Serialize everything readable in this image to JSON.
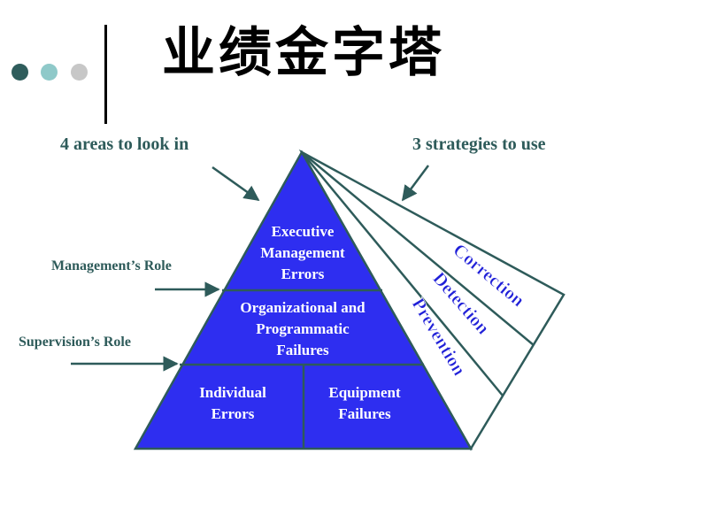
{
  "header": {
    "title": "业绩金字塔",
    "dot_colors": [
      "#2f5d5c",
      "#8fc9c9",
      "#c7c7c7"
    ]
  },
  "labels": {
    "areas": "4 areas to look in",
    "strategies": "3 strategies to use",
    "management_role": "Management’s Role",
    "supervision_role": "Supervision’s Role"
  },
  "pyramid": {
    "top": [
      "Executive",
      "Management",
      "Errors"
    ],
    "middle": [
      "Organizational  and",
      "Programmatic",
      "Failures"
    ],
    "bottom_left": [
      "Individual",
      "Errors"
    ],
    "bottom_right": [
      "Equipment",
      "Failures"
    ]
  },
  "strategies": {
    "outer": "Correction",
    "middle": "Detection",
    "inner": "Prevention"
  },
  "colors": {
    "pyramid_fill": "#2e2ef0",
    "line": "#2e5b5a",
    "strategy_text": "#2020d8",
    "label_text": "#2e5b5a"
  }
}
